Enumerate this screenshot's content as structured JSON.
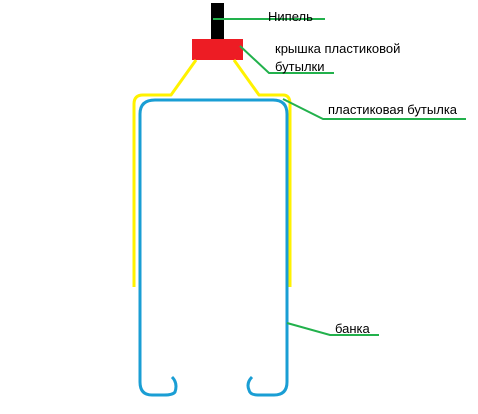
{
  "labels": {
    "nipple": "Нипель",
    "cap_line1": "крышка пластиковой",
    "cap_line2": "бутылки",
    "bottle": "пластиковая бутылка",
    "jar": "банка"
  },
  "colors": {
    "nipple": "#000000",
    "cap": "#ed1c24",
    "bottle": "#fff200",
    "jar": "#1a9ed4",
    "leader": "#22b14c",
    "text": "#000000"
  }
}
